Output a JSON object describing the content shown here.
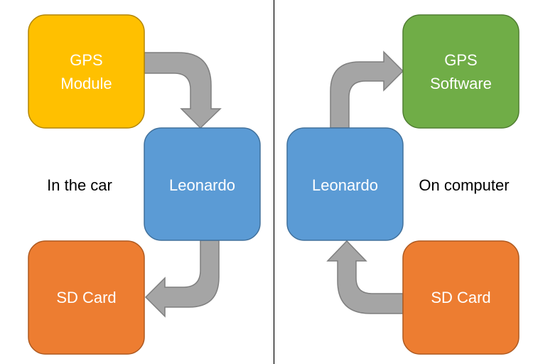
{
  "left_panel": {
    "caption": "In the car",
    "gps_module": {
      "line1": "GPS",
      "line2": "Module"
    },
    "leonardo": "Leonardo",
    "sd_card": "SD Card"
  },
  "right_panel": {
    "caption": "On computer",
    "gps_software": {
      "line1": "GPS",
      "line2": "Software"
    },
    "leonardo": "Leonardo",
    "sd_card": "SD Card"
  },
  "colors": {
    "gps_module": "#FFC000",
    "gps_module_border": "#B38600",
    "gps_software": "#70AD47",
    "gps_software_border": "#507E32",
    "leonardo": "#5B9BD5",
    "leonardo_border": "#41719C",
    "sd_card": "#ED7D31",
    "sd_card_border": "#AE5A21",
    "arrow": "#A5A5A5",
    "arrow_border": "#7F7F7F",
    "divider": "#000000"
  }
}
